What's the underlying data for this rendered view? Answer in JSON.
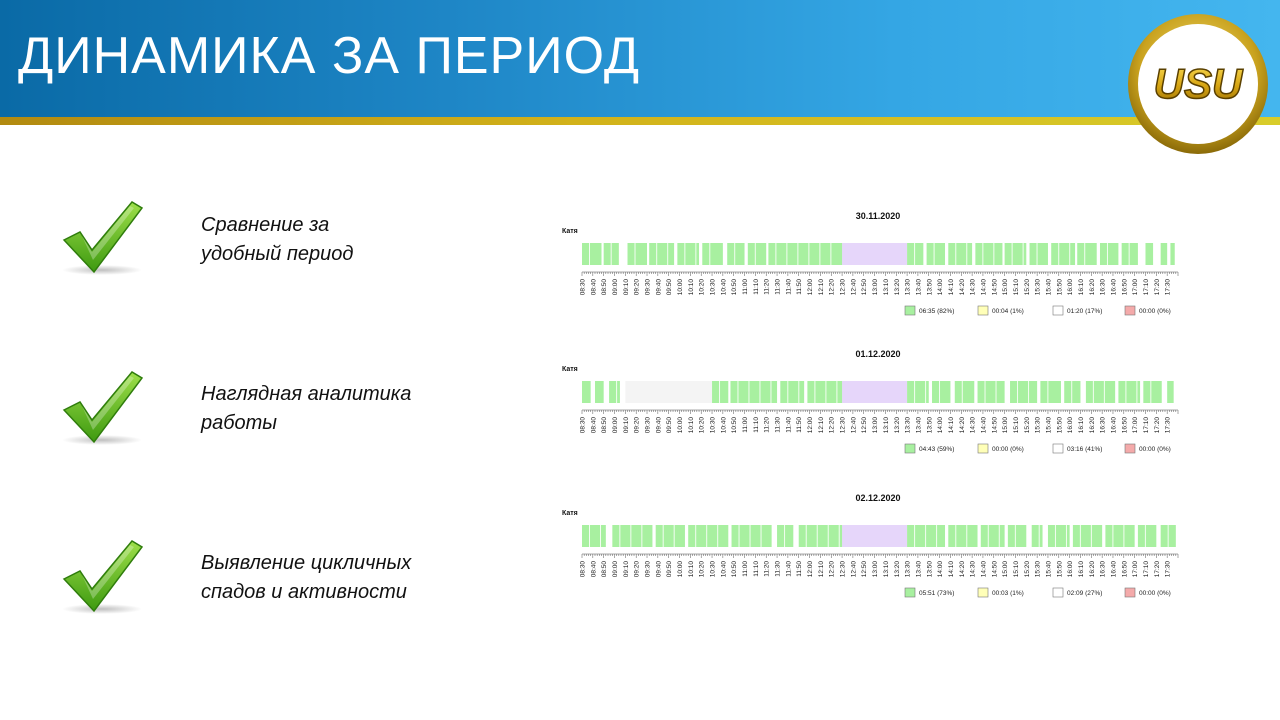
{
  "header": {
    "title": "ДИНАМИКА ЗА ПЕРИОД",
    "logo_text": "USU",
    "bg_color": "#1e86c6",
    "stripe_color": "#c8a818"
  },
  "features": [
    {
      "icon": "check-icon",
      "lines": [
        "Сравнение за",
        "удобный период"
      ]
    },
    {
      "icon": "check-icon",
      "lines": [
        "Наглядная аналитика",
        "работы"
      ]
    },
    {
      "icon": "check-icon",
      "lines": [
        "Выявление цикличных",
        "спадов и активности"
      ]
    }
  ],
  "chart_data": [
    {
      "type": "timeline",
      "title": "30.11.2020",
      "person": "Катя",
      "x_ticks": [
        "08:30",
        "08:40",
        "08:50",
        "09:00",
        "09:10",
        "09:20",
        "09:30",
        "09:40",
        "09:50",
        "10:00",
        "10:10",
        "10:20",
        "10:30",
        "10:40",
        "10:50",
        "11:00",
        "11:10",
        "11:20",
        "11:30",
        "11:40",
        "11:50",
        "12:00",
        "12:10",
        "12:20",
        "12:30",
        "12:40",
        "12:50",
        "13:00",
        "13:10",
        "13:20",
        "13:30",
        "13:40",
        "13:50",
        "14:00",
        "14:10",
        "14:20",
        "14:30",
        "14:40",
        "14:50",
        "15:00",
        "15:10",
        "15:20",
        "15:30",
        "15:40",
        "15:50",
        "16:00",
        "16:10",
        "16:20",
        "16:30",
        "16:40",
        "16:50",
        "17:00",
        "17:10",
        "17:20",
        "17:30"
      ],
      "range": [
        "08:30",
        "17:40"
      ],
      "activity": [
        {
          "from": "08:30",
          "to": "08:48"
        },
        {
          "from": "08:50",
          "to": "09:04"
        },
        {
          "from": "09:12",
          "to": "09:30"
        },
        {
          "from": "09:32",
          "to": "09:55"
        },
        {
          "from": "09:58",
          "to": "10:18"
        },
        {
          "from": "10:21",
          "to": "10:40"
        },
        {
          "from": "10:44",
          "to": "11:00"
        },
        {
          "from": "11:03",
          "to": "11:20"
        },
        {
          "from": "11:22",
          "to": "12:30"
        },
        {
          "from": "13:30",
          "to": "13:45"
        },
        {
          "from": "13:48",
          "to": "14:05"
        },
        {
          "from": "14:08",
          "to": "14:30"
        },
        {
          "from": "14:33",
          "to": "14:58"
        },
        {
          "from": "15:00",
          "to": "15:20"
        },
        {
          "from": "15:23",
          "to": "15:40"
        },
        {
          "from": "15:43",
          "to": "16:05"
        },
        {
          "from": "16:07",
          "to": "16:25"
        },
        {
          "from": "16:28",
          "to": "16:45"
        },
        {
          "from": "16:48",
          "to": "17:03"
        },
        {
          "from": "17:10",
          "to": "17:17"
        },
        {
          "from": "17:24",
          "to": "17:30"
        },
        {
          "from": "17:33",
          "to": "17:37"
        }
      ],
      "lunch": {
        "from": "12:30",
        "to": "13:30"
      },
      "legend": [
        {
          "color": "#a8f0a0",
          "label": "06:35 (82%)"
        },
        {
          "color": "#ffffb8",
          "label": "00:04 (1%)"
        },
        {
          "color": "#ffffff",
          "label": "01:20 (17%)"
        },
        {
          "color": "#f4aaaa",
          "label": "00:00 (0%)"
        }
      ]
    },
    {
      "type": "timeline",
      "title": "01.12.2020",
      "person": "Катя",
      "x_ticks": [
        "08:30",
        "08:40",
        "08:50",
        "09:00",
        "09:10",
        "09:20",
        "09:30",
        "09:40",
        "09:50",
        "10:00",
        "10:10",
        "10:20",
        "10:30",
        "10:40",
        "10:50",
        "11:00",
        "11:10",
        "11:20",
        "11:30",
        "11:40",
        "11:50",
        "12:00",
        "12:10",
        "12:20",
        "12:30",
        "12:40",
        "12:50",
        "13:00",
        "13:10",
        "13:20",
        "13:30",
        "13:40",
        "13:50",
        "14:00",
        "14:10",
        "14:20",
        "14:30",
        "14:40",
        "14:50",
        "15:00",
        "15:10",
        "15:20",
        "15:30",
        "15:40",
        "15:50",
        "16:00",
        "16:10",
        "16:20",
        "16:30",
        "16:40",
        "16:50",
        "17:00",
        "17:10",
        "17:20",
        "17:30"
      ],
      "range": [
        "08:30",
        "17:40"
      ],
      "idle": {
        "from": "09:10",
        "to": "10:30"
      },
      "activity": [
        {
          "from": "08:30",
          "to": "08:38"
        },
        {
          "from": "08:42",
          "to": "08:50"
        },
        {
          "from": "08:55",
          "to": "09:05"
        },
        {
          "from": "10:30",
          "to": "10:45"
        },
        {
          "from": "10:47",
          "to": "11:30"
        },
        {
          "from": "11:33",
          "to": "11:55"
        },
        {
          "from": "11:58",
          "to": "12:30"
        },
        {
          "from": "13:30",
          "to": "13:50"
        },
        {
          "from": "13:53",
          "to": "14:10"
        },
        {
          "from": "14:14",
          "to": "14:32"
        },
        {
          "from": "14:35",
          "to": "15:00"
        },
        {
          "from": "15:05",
          "to": "15:30"
        },
        {
          "from": "15:33",
          "to": "15:52"
        },
        {
          "from": "15:55",
          "to": "16:10"
        },
        {
          "from": "16:15",
          "to": "16:42"
        },
        {
          "from": "16:45",
          "to": "17:05"
        },
        {
          "from": "17:08",
          "to": "17:25"
        },
        {
          "from": "17:30",
          "to": "17:36"
        }
      ],
      "lunch": {
        "from": "12:30",
        "to": "13:30"
      },
      "legend": [
        {
          "color": "#a8f0a0",
          "label": "04:43 (59%)"
        },
        {
          "color": "#ffffb8",
          "label": "00:00 (0%)"
        },
        {
          "color": "#ffffff",
          "label": "03:16 (41%)"
        },
        {
          "color": "#f4aaaa",
          "label": "00:00 (0%)"
        }
      ]
    },
    {
      "type": "timeline",
      "title": "02.12.2020",
      "person": "Катя",
      "x_ticks": [
        "08:30",
        "08:40",
        "08:50",
        "09:00",
        "09:10",
        "09:20",
        "09:30",
        "09:40",
        "09:50",
        "10:00",
        "10:10",
        "10:20",
        "10:30",
        "10:40",
        "10:50",
        "11:00",
        "11:10",
        "11:20",
        "11:30",
        "11:40",
        "11:50",
        "12:00",
        "12:10",
        "12:20",
        "12:30",
        "12:40",
        "12:50",
        "13:00",
        "13:10",
        "13:20",
        "13:30",
        "13:40",
        "13:50",
        "14:00",
        "14:10",
        "14:20",
        "14:30",
        "14:40",
        "14:50",
        "15:00",
        "15:10",
        "15:20",
        "15:30",
        "15:40",
        "15:50",
        "16:00",
        "16:10",
        "16:20",
        "16:30",
        "16:40",
        "16:50",
        "17:00",
        "17:10",
        "17:20",
        "17:30"
      ],
      "range": [
        "08:30",
        "17:40"
      ],
      "activity": [
        {
          "from": "08:30",
          "to": "08:52"
        },
        {
          "from": "08:58",
          "to": "09:35"
        },
        {
          "from": "09:38",
          "to": "10:05"
        },
        {
          "from": "10:08",
          "to": "10:45"
        },
        {
          "from": "10:48",
          "to": "11:25"
        },
        {
          "from": "11:30",
          "to": "11:45"
        },
        {
          "from": "11:50",
          "to": "12:30"
        },
        {
          "from": "13:30",
          "to": "14:05"
        },
        {
          "from": "14:08",
          "to": "14:35"
        },
        {
          "from": "14:38",
          "to": "15:00"
        },
        {
          "from": "15:03",
          "to": "15:20"
        },
        {
          "from": "15:25",
          "to": "15:35"
        },
        {
          "from": "15:40",
          "to": "16:00"
        },
        {
          "from": "16:03",
          "to": "16:30"
        },
        {
          "from": "16:33",
          "to": "17:00"
        },
        {
          "from": "17:03",
          "to": "17:20"
        },
        {
          "from": "17:24",
          "to": "17:38"
        }
      ],
      "lunch": {
        "from": "12:30",
        "to": "13:30"
      },
      "legend": [
        {
          "color": "#a8f0a0",
          "label": "05:51 (73%)"
        },
        {
          "color": "#ffffb8",
          "label": "00:03 (1%)"
        },
        {
          "color": "#ffffff",
          "label": "02:09 (27%)"
        },
        {
          "color": "#f4aaaa",
          "label": "00:00 (0%)"
        }
      ]
    }
  ]
}
